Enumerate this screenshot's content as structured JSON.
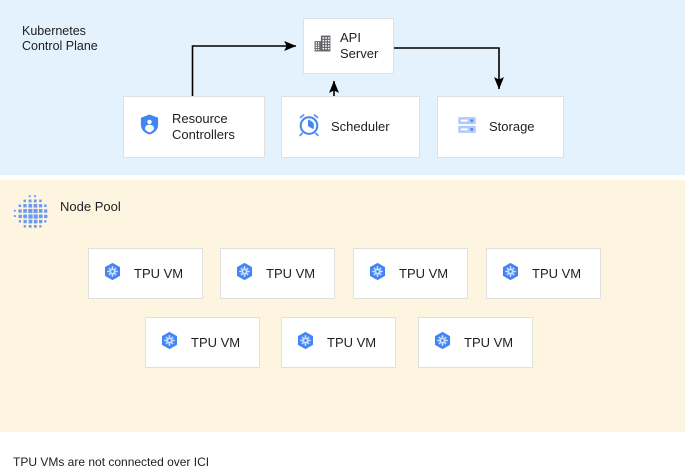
{
  "diagram": {
    "caption": "TPU VMs are not connected over ICI",
    "sections": {
      "control_plane": {
        "title": "Kubernetes\nControl Plane",
        "background_color": "#e3f2fd",
        "nodes": [
          {
            "id": "api-server",
            "label": "API\nServer",
            "icon": "building-icon"
          },
          {
            "id": "resource-controllers",
            "label": "Resource\nControllers",
            "icon": "shield-person-icon"
          },
          {
            "id": "scheduler",
            "label": "Scheduler",
            "icon": "alarm-clock-icon"
          },
          {
            "id": "storage",
            "label": "Storage",
            "icon": "database-icon"
          }
        ],
        "connections": [
          {
            "from": "resource-controllers",
            "to": "api-server",
            "direction": "to-api-server"
          },
          {
            "from": "scheduler",
            "to": "api-server",
            "direction": "to-api-server"
          },
          {
            "from": "api-server",
            "to": "storage",
            "direction": "to-storage"
          }
        ]
      },
      "node_pool": {
        "title": "Node Pool",
        "icon": "dot-grid-icon",
        "background_color": "#fdf5e0",
        "vm_label": "TPU VM",
        "vm_icon": "tpu-hexagon-icon",
        "rows": [
          {
            "count": 4,
            "vms": [
              {
                "label": "TPU VM"
              },
              {
                "label": "TPU VM"
              },
              {
                "label": "TPU VM"
              },
              {
                "label": "TPU VM"
              }
            ]
          },
          {
            "count": 3,
            "vms": [
              {
                "label": "TPU VM"
              },
              {
                "label": "TPU VM"
              },
              {
                "label": "TPU VM"
              }
            ]
          }
        ]
      }
    },
    "colors": {
      "accent_blue": "#4285f4",
      "control_plane_bg": "#e3f2fd",
      "node_pool_bg": "#fdf5e0",
      "card_bg": "#ffffff",
      "card_border": "#e0e0e0",
      "text": "#202124",
      "connector": "#000000",
      "api_icon_gray": "#5f6368"
    }
  }
}
